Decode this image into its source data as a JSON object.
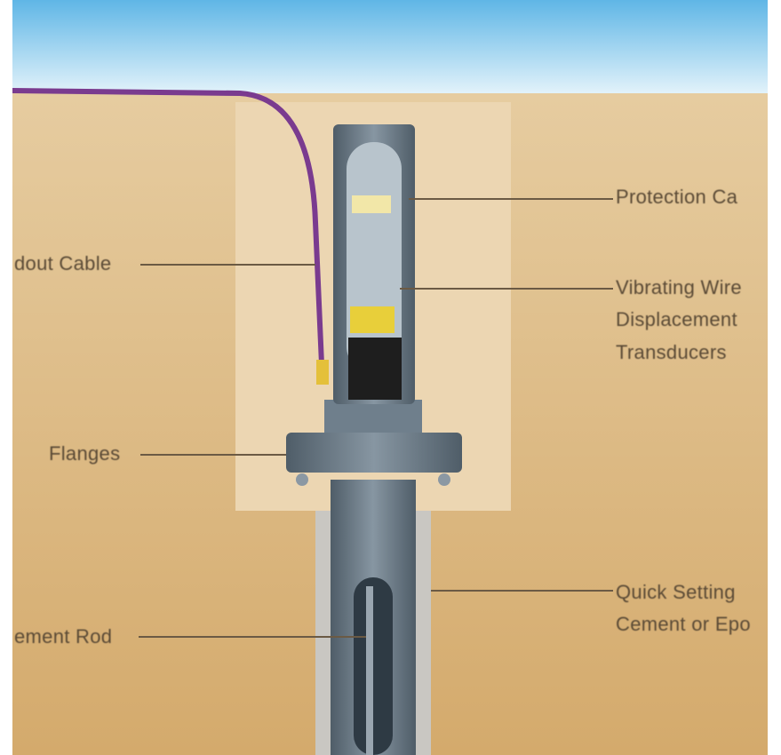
{
  "labels": {
    "protection_cap": "Protection Ca",
    "vibrating_wire": [
      "Vibrating Wire",
      "Displacement",
      "Transducers"
    ],
    "readout_cable": "dout Cable",
    "flanges": "Flanges",
    "quick_setting": [
      "Quick Setting",
      "Cement or Epo"
    ],
    "rod": "ement Rod"
  },
  "colors": {
    "sky": "#7fc8ec",
    "soil": "#d9b57c",
    "pit": "#ecd6b2",
    "pipe": "#6f7f8c",
    "cable": "#7a3b8f",
    "leader": "#6b5a44"
  }
}
